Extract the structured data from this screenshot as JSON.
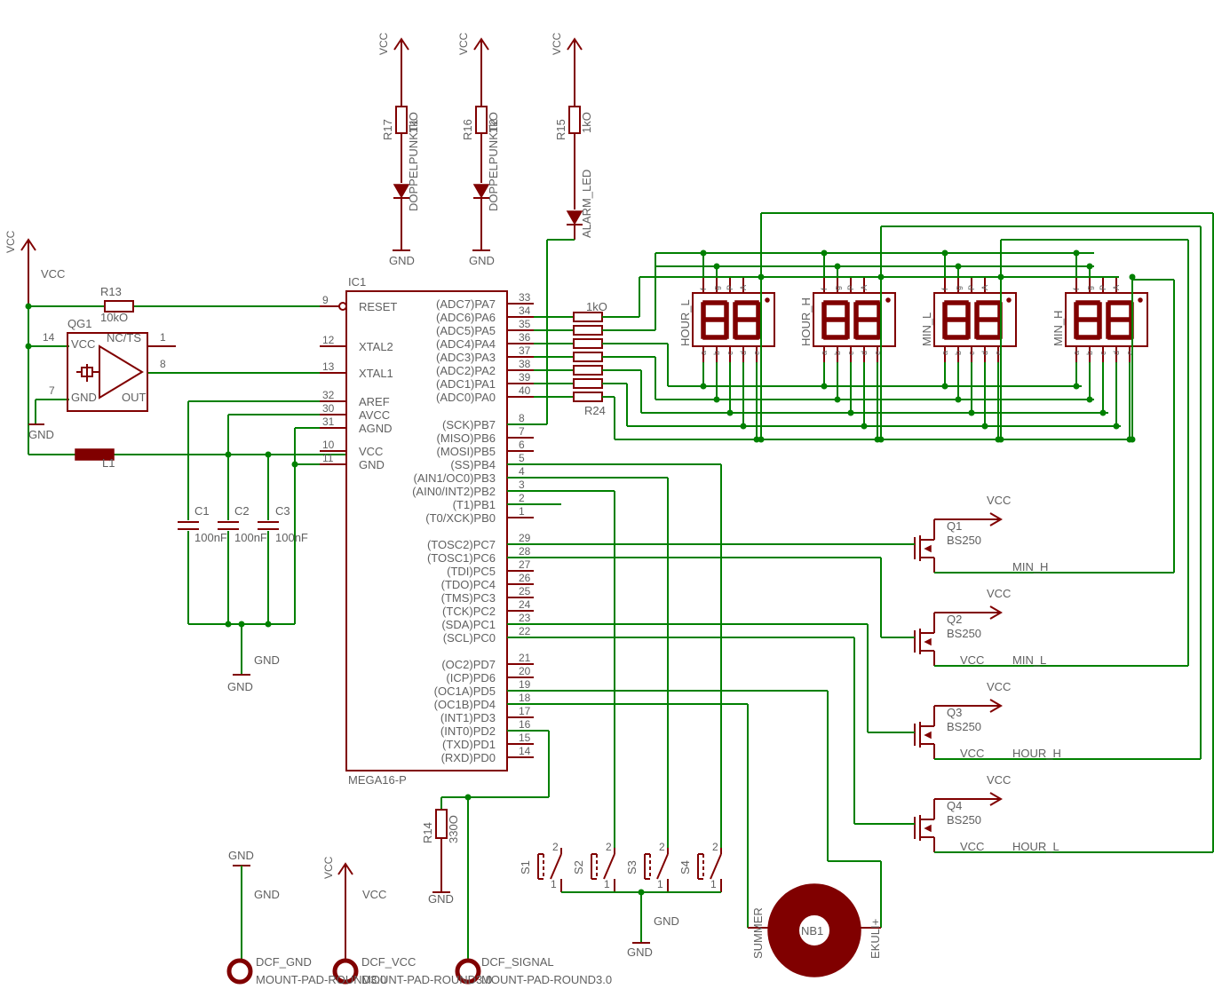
{
  "ic": {
    "name": "IC1",
    "value": "MEGA16-P",
    "left_pins": [
      {
        "num": "9",
        "label": "RESET"
      },
      {
        "num": "12",
        "label": "XTAL2"
      },
      {
        "num": "13",
        "label": "XTAL1"
      },
      {
        "num": "32",
        "label": "AREF"
      },
      {
        "num": "30",
        "label": "AVCC"
      },
      {
        "num": "31",
        "label": "AGND"
      },
      {
        "num": "10",
        "label": "VCC"
      },
      {
        "num": "11",
        "label": "GND"
      }
    ],
    "right_pins": [
      {
        "num": "33",
        "label": "(ADC7)PA7"
      },
      {
        "num": "34",
        "label": "(ADC6)PA6"
      },
      {
        "num": "35",
        "label": "(ADC5)PA5"
      },
      {
        "num": "36",
        "label": "(ADC4)PA4"
      },
      {
        "num": "37",
        "label": "(ADC3)PA3"
      },
      {
        "num": "38",
        "label": "(ADC2)PA2"
      },
      {
        "num": "39",
        "label": "(ADC1)PA1"
      },
      {
        "num": "40",
        "label": "(ADC0)PA0"
      },
      {
        "num": "8",
        "label": "(SCK)PB7"
      },
      {
        "num": "7",
        "label": "(MISO)PB6"
      },
      {
        "num": "6",
        "label": "(MOSI)PB5"
      },
      {
        "num": "5",
        "label": "(SS)PB4"
      },
      {
        "num": "4",
        "label": "(AIN1/OC0)PB3"
      },
      {
        "num": "3",
        "label": "(AIN0/INT2)PB2"
      },
      {
        "num": "2",
        "label": "(T1)PB1"
      },
      {
        "num": "1",
        "label": "(T0/XCK)PB0"
      },
      {
        "num": "29",
        "label": "(TOSC2)PC7"
      },
      {
        "num": "28",
        "label": "(TOSC1)PC6"
      },
      {
        "num": "27",
        "label": "(TDI)PC5"
      },
      {
        "num": "26",
        "label": "(TDO)PC4"
      },
      {
        "num": "25",
        "label": "(TMS)PC3"
      },
      {
        "num": "24",
        "label": "(TCK)PC2"
      },
      {
        "num": "23",
        "label": "(SDA)PC1"
      },
      {
        "num": "22",
        "label": "(SCL)PC0"
      },
      {
        "num": "21",
        "label": "(OC2)PD7"
      },
      {
        "num": "20",
        "label": "(ICP)PD6"
      },
      {
        "num": "19",
        "label": "(OC1A)PD5"
      },
      {
        "num": "18",
        "label": "(OC1B)PD4"
      },
      {
        "num": "17",
        "label": "(INT1)PD3"
      },
      {
        "num": "16",
        "label": "(INT0)PD2"
      },
      {
        "num": "15",
        "label": "(TXD)PD1"
      },
      {
        "num": "14",
        "label": "(RXD)PD0"
      }
    ]
  },
  "labels": {
    "vcc": "VCC",
    "gnd": "GND",
    "r13": "R13",
    "r13_val": "10kO",
    "qg1": "QG1",
    "qg1_vcc": "VCC",
    "qg1_nc": "NC/TS",
    "qg1_gnd": "GND",
    "qg1_out": "OUT",
    "qg1_p14": "14",
    "qg1_p1": "1",
    "qg1_p7": "7",
    "qg1_p8": "8",
    "l1": "L1",
    "c1": "C1",
    "c2": "C2",
    "c3": "C3",
    "c_val": "100nF",
    "r17": "R17",
    "r16": "R16",
    "r15": "R15",
    "r_1ko": "1kO",
    "led1": "DOPPELPUNKT1",
    "led2": "DOPPELPUNKT2",
    "led3": "ALARM_LED",
    "rn_1ko": "1kO",
    "rn_r24": "R24",
    "disp": [
      "HOUR_L",
      "HOUR_H",
      "MIN_L",
      "MIN_H"
    ],
    "seg_top": [
      "f",
      "g",
      "P",
      "A"
    ],
    "seg_bot": [
      "a",
      "b",
      "c",
      "d",
      "e"
    ],
    "q": [
      "Q1",
      "Q2",
      "Q3",
      "Q4"
    ],
    "q_val": "BS250",
    "net_min_h": "MIN_H",
    "net_min_l": "MIN_L",
    "net_hour_h": "HOUR_H",
    "net_hour_l": "HOUR_L",
    "r14": "R14",
    "r14_val": "330O",
    "sw": [
      "S1",
      "S2",
      "S3",
      "S4"
    ],
    "sw_p1": "1",
    "sw_p2": "2",
    "buz_name": "NB1",
    "buz_left": "SUMMER",
    "buz_right": "EKULI+",
    "pad_gnd": "DCF_GND",
    "pad_vcc": "DCF_VCC",
    "pad_sig": "DCF_SIGNAL",
    "pad_val": "MOUNT-PAD-ROUND3.0"
  },
  "colors": {
    "wire": "#008000",
    "part": "#800000",
    "text": "#606060"
  }
}
